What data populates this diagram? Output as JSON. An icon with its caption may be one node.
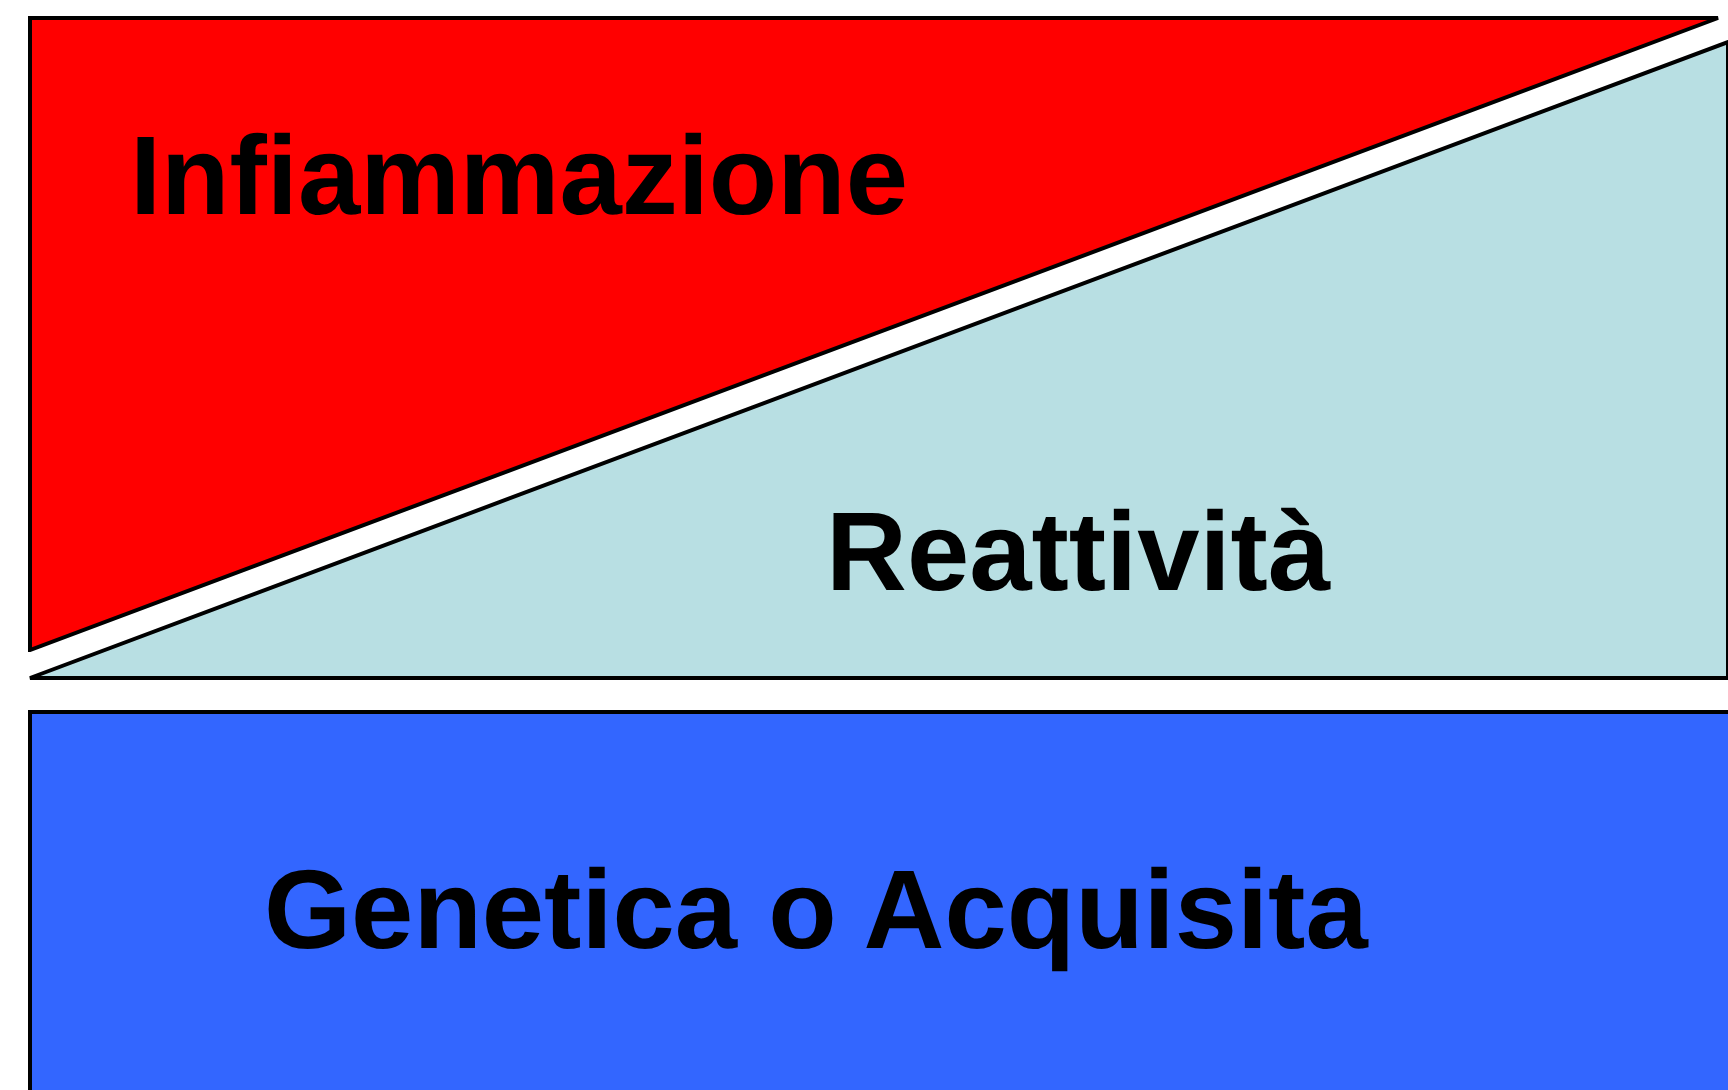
{
  "diagram": {
    "nodes": [
      {
        "text": [
          "Infiammazione"
        ]
      },
      {
        "text": [
          "Reattività"
        ]
      },
      {
        "text": [
          "Genetica o Acquisita"
        ]
      }
    ]
  }
}
